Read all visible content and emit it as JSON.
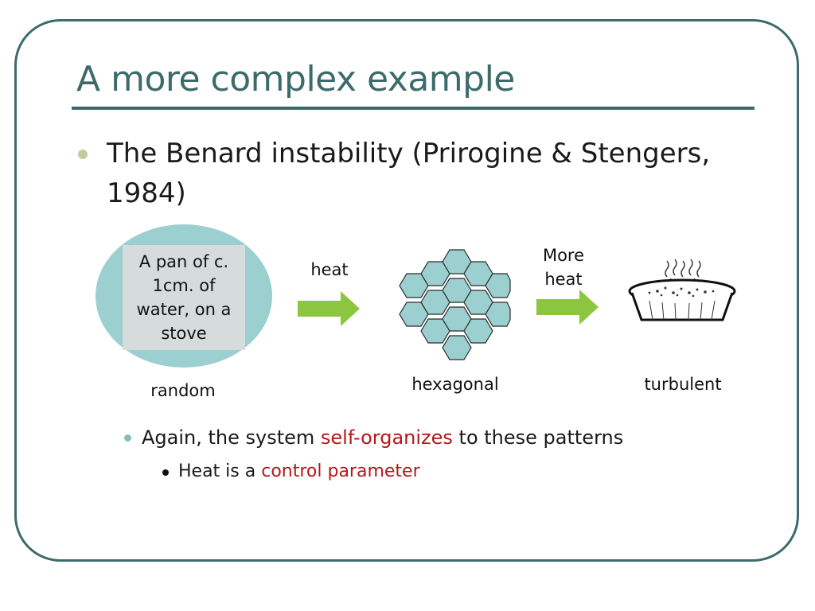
{
  "slide": {
    "title": "A more complex example",
    "bullet": "The Benard instability (Prirogine & Stengers, 1984)"
  },
  "diagram": {
    "pan_text": [
      "A pan of c.",
      "1cm. of",
      "water, on a",
      "stove"
    ],
    "arrow1_label": "heat",
    "arrow2_label": [
      "More",
      "heat"
    ],
    "state_random": "random",
    "state_hexagonal": "hexagonal",
    "state_turbulent": "turbulent"
  },
  "sub_bullet": {
    "before": "Again, the system ",
    "highlight": "self-organizes",
    "after": " to these patterns"
  },
  "sub_sub_bullet": {
    "before": "Heat is a ",
    "highlight": "control parameter"
  },
  "colors": {
    "accent": "#3d6b6b",
    "highlight": "#b41818",
    "arrow": "#8cc63f",
    "cell_fill": "#9ccfcf"
  }
}
